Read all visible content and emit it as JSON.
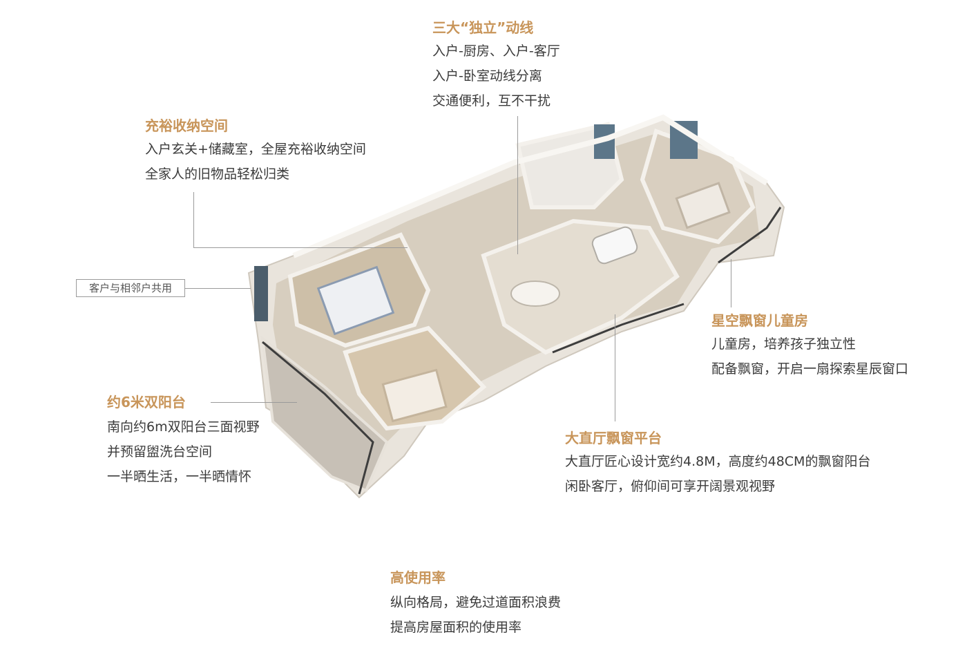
{
  "annotations": {
    "circulation": {
      "title": "三大“独立”动线",
      "lines": [
        "入户-厨房、入户-客厅",
        "入户-卧室动线分离",
        "交通便利，互不干扰"
      ]
    },
    "storage": {
      "title": "充裕收纳空间",
      "lines": [
        "入户玄关+储藏室，全屋充裕收纳空间",
        "全家人的旧物品轻松归类"
      ]
    },
    "shared": {
      "label": "客户与相邻户共用"
    },
    "kids_room": {
      "title": "星空飘窗儿童房",
      "lines": [
        "儿童房，培养孩子独立性",
        "配备飘窗，开启一扇探索星辰窗口"
      ]
    },
    "balcony": {
      "title": "约6米双阳台",
      "lines": [
        "南向约6m双阳台三面视野",
        "并预留盥洗台空间",
        "一半晒生活，一半晒情怀"
      ]
    },
    "living_platform": {
      "title": "大直厅飘窗平台",
      "lines": [
        "大直厅匠心设计宽约4.8M，高度约48CM的飘窗阳台",
        "闲卧客厅，俯仰间可享开阔景观视野"
      ]
    },
    "efficiency": {
      "title": "高使用率",
      "lines": [
        "纵向格局，避免过道面积浪费",
        "提高房屋面积的使用率"
      ]
    }
  },
  "colors": {
    "title": "#c8955a",
    "text": "#3b3b3b",
    "leader": "#9a9a9a"
  }
}
